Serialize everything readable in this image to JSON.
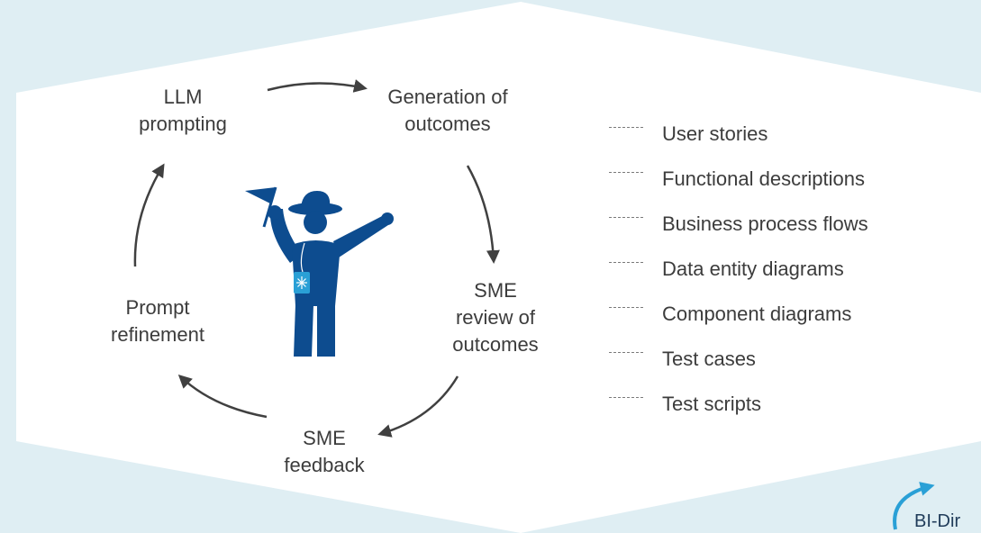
{
  "cycle": {
    "nodes": [
      {
        "id": "llm-prompting",
        "lines": [
          "LLM",
          "prompting"
        ]
      },
      {
        "id": "generation-of-outcomes",
        "lines": [
          "Generation of",
          "outcomes"
        ]
      },
      {
        "id": "sme-review",
        "lines": [
          "SME",
          "review of",
          "outcomes"
        ]
      },
      {
        "id": "sme-feedback",
        "lines": [
          "SME",
          "feedback"
        ]
      },
      {
        "id": "prompt-refinement",
        "lines": [
          "Prompt",
          "refinement"
        ]
      }
    ]
  },
  "outputs": [
    "User stories",
    "Functional descriptions",
    "Business process flows",
    "Data entity diagrams",
    "Component diagrams",
    "Test cases",
    "Test scripts"
  ],
  "brand": {
    "text": "BI-Dir"
  },
  "colors": {
    "background": "#dfeef3",
    "panel": "#ffffff",
    "figure": "#0d4c8f",
    "arrow": "#404040",
    "accent": "#2aa0d6"
  }
}
